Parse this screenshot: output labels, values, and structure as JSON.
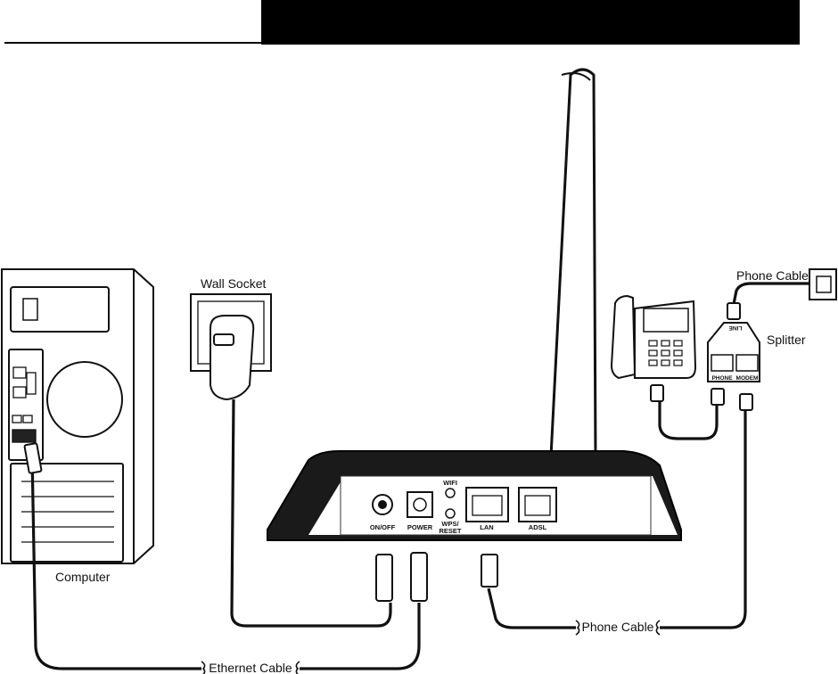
{
  "header": {
    "rule_color": "#000000",
    "bar_color": "#000000"
  },
  "labels": {
    "wall_socket": "Wall Socket",
    "computer": "Computer",
    "phone_cable_top": "Phone Cable",
    "splitter": "Splitter",
    "phone_cable_bottom": "Phone Cable",
    "ethernet_cable": "Ethernet Cable"
  },
  "router_ports": {
    "on_off": "ON/OFF",
    "power": "POWER",
    "wifi": "WIFI",
    "wps_reset_1": "WPS/",
    "wps_reset_2": "RESET",
    "lan": "LAN",
    "adsl": "ADSL"
  },
  "splitter_ports": {
    "line": "LINE",
    "phone": "PHONE",
    "modem": "MODEM"
  },
  "icons": {
    "computer": "desktop-tower-icon",
    "router": "adsl-router-icon",
    "telephone": "telephone-icon",
    "splitter": "splitter-icon",
    "power_adapter": "power-adapter-icon",
    "wall_jack": "wall-phone-jack-icon"
  }
}
